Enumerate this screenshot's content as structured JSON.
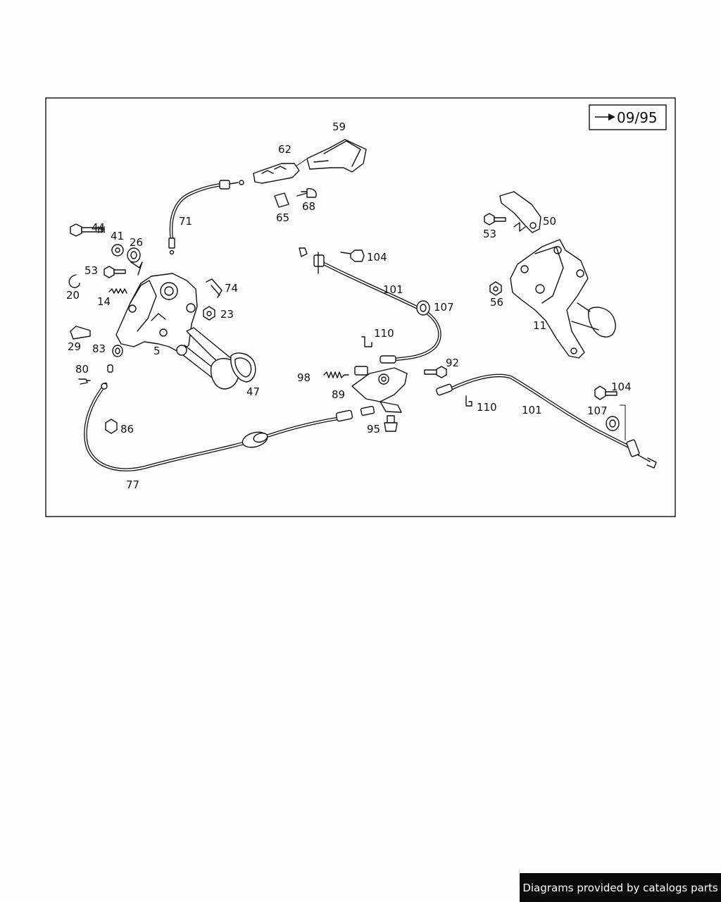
{
  "badge": {
    "text": "09/95"
  },
  "labels": [
    "44",
    "41",
    "26",
    "53",
    "20",
    "14",
    "74",
    "23",
    "29",
    "83",
    "5",
    "80",
    "47",
    "86",
    "77",
    "71",
    "62",
    "59",
    "65",
    "68",
    "104",
    "101",
    "107",
    "110",
    "98",
    "89",
    "92",
    "95",
    "110",
    "101",
    "104",
    "107",
    "50",
    "53",
    "56",
    "11"
  ],
  "footer": {
    "text": "Diagrams provided by catalogs parts"
  },
  "colors": {
    "line": "#111111",
    "background": "#fdfdfd",
    "footer_bg": "#0b0b0b",
    "footer_text": "#ffffff"
  }
}
